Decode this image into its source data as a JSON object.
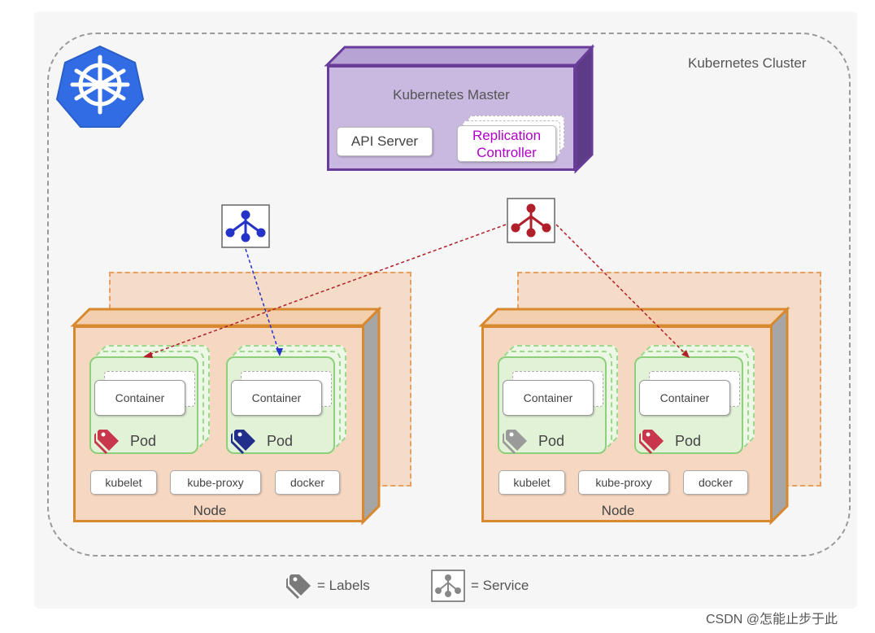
{
  "cluster": {
    "label": "Kubernetes Cluster",
    "logo": "kubernetes-helm-logo",
    "logo_color": "#326ce5"
  },
  "master": {
    "title": "Kubernetes Master",
    "api_server": "API Server",
    "replication_controller": [
      "Replication",
      "Controller"
    ],
    "fill": "#c9b8df",
    "border": "#6a3c9a"
  },
  "nodes": [
    {
      "label": "Node",
      "pods": [
        {
          "container": "Container",
          "label": "Pod",
          "tag_color": "#c7364a"
        },
        {
          "container": "Container",
          "label": "Pod",
          "tag_color": "#1f2f8a"
        }
      ],
      "agents": [
        "kubelet",
        "kube-proxy",
        "docker"
      ]
    },
    {
      "label": "Node",
      "pods": [
        {
          "container": "Container",
          "label": "Pod",
          "tag_color": "#9a9a9a"
        },
        {
          "container": "Container",
          "label": "Pod",
          "tag_color": "#c7364a"
        }
      ],
      "agents": [
        "kubelet",
        "kube-proxy",
        "docker"
      ]
    }
  ],
  "services": [
    {
      "icon": "service-icon",
      "color": "#2633c8"
    },
    {
      "icon": "service-icon",
      "color": "#b01f2a"
    }
  ],
  "legend": {
    "labels_text": "= Labels",
    "service_text": "= Service",
    "labels_icon": "tag-icon",
    "service_icon": "service-icon"
  },
  "watermark": "CSDN @怎能止步于此"
}
